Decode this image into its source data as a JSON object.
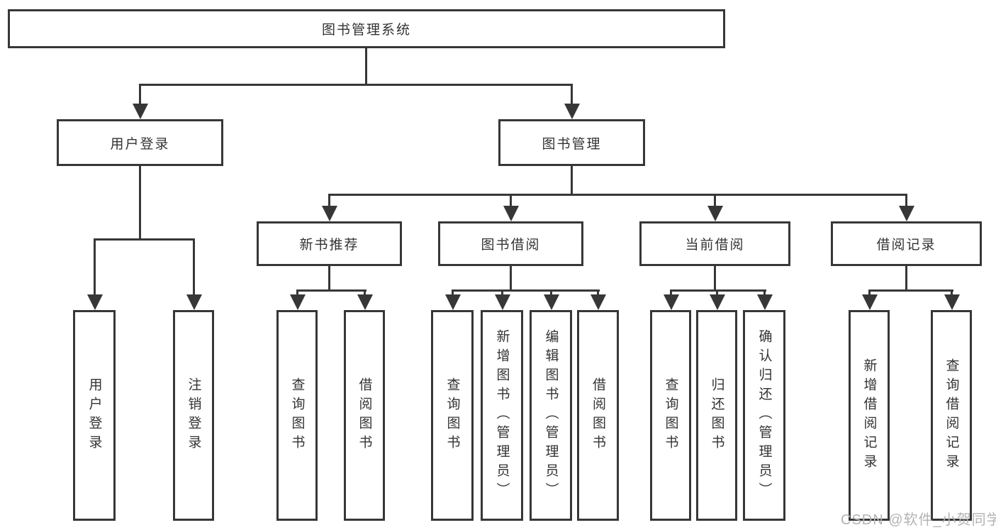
{
  "colors": {
    "line": "#373737",
    "text": "#333333",
    "background": "#ffffff",
    "watermark": "#b3b3b3"
  },
  "watermark": "CSDN @软件_小贺同学",
  "tree": {
    "root": "图书管理系统",
    "branches": [
      {
        "label": "用户登录",
        "children": [
          "用户登录",
          "注销登录"
        ]
      },
      {
        "label": "图书管理",
        "children": [
          {
            "label": "新书推荐",
            "children": [
              "查询图书",
              "借阅图书"
            ]
          },
          {
            "label": "图书借阅",
            "children": [
              "查询图书",
              "新增图书（管理员）",
              "编辑图书（管理员）",
              "借阅图书"
            ]
          },
          {
            "label": "当前借阅",
            "children": [
              "查询图书",
              "归还图书",
              "确认归还（管理员）"
            ]
          },
          {
            "label": "借阅记录",
            "children": [
              "新增借阅记录",
              "查询借阅记录"
            ]
          }
        ]
      }
    ]
  }
}
